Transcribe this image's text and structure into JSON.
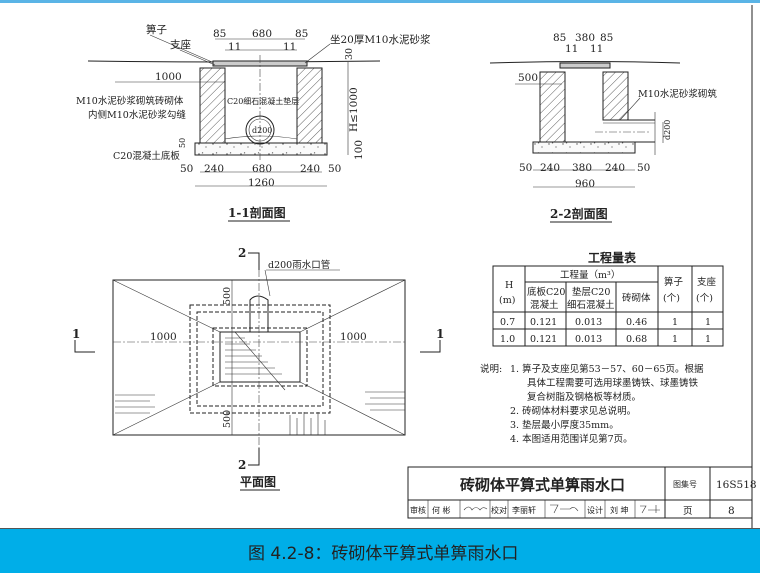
{
  "section_1_1": {
    "title": "1-1剖面图",
    "grate_label": "箅子",
    "support_label": "支座",
    "top_dims": [
      "85",
      "680",
      "85"
    ],
    "top_sub_dims": [
      "11",
      "11"
    ],
    "mortar_bed_label": "坐20厚M10水泥砂浆",
    "dim_30": "30",
    "dim_h": "H≤1000",
    "dim_100": "100",
    "dim_50": "50",
    "dim_1000": "1000",
    "wall_label_1": "M10水泥砂浆砌筑砖砌体",
    "wall_label_2": "内侧M10水泥砂浆勾缝",
    "cushion_label": "C20细石混凝土垫层",
    "pipe_label": "d200",
    "base_label": "C20混凝土底板",
    "bottom_dims": [
      "50",
      "240",
      "680",
      "240",
      "50"
    ],
    "total_dim": "1260"
  },
  "section_2_2": {
    "title": "2-2剖面图",
    "top_dims": [
      "85",
      "380",
      "85"
    ],
    "top_sub_dims": [
      "11",
      "11"
    ],
    "dim_500": "500",
    "mortar_label": "M10水泥砂浆砌筑",
    "pipe_dim": "d200",
    "bottom_dims": [
      "50",
      "240",
      "380",
      "240",
      "50"
    ],
    "total_dim": "960"
  },
  "plan": {
    "title": "平面图",
    "section_2_mark": "2",
    "section_1_mark": "1",
    "pipe_label": "d200雨水口管",
    "dim_left": "1000",
    "dim_right": "1000",
    "dim_top": "500",
    "dim_bottom": "500"
  },
  "quantity_table": {
    "title": "工程量表",
    "h_header": "H",
    "h_unit": "(m)",
    "qty_header": "工程量（m³）",
    "sub_headers": [
      [
        "底板C20",
        "混凝土"
      ],
      [
        "垫层C20",
        "细石混凝土"
      ],
      [
        "砖砌体"
      ]
    ],
    "grate_header": [
      "箅子",
      "(个)"
    ],
    "support_header": [
      "支座",
      "(个)"
    ],
    "rows": [
      [
        "0.7",
        "0.121",
        "0.013",
        "0.46",
        "1",
        "1"
      ],
      [
        "1.0",
        "0.121",
        "0.013",
        "0.68",
        "1",
        "1"
      ]
    ]
  },
  "notes": {
    "label": "说明:",
    "items": [
      "1.  箅子及支座见第53－57、60－65页。根据",
      "具体工程需要可选用球墨铸铁、球墨铸铁",
      "复合树脂及钢格板等材质。",
      "2.  砖砌体材料要求见总说明。",
      "3.  垫层最小厚度35mm。",
      "4.  本图适用范围详见第7页。"
    ]
  },
  "title_block": {
    "drawing_title": "砖砌体平算式单箅雨水口",
    "atlas_label": "图集号",
    "atlas_no": "16S518",
    "review_label": "审核",
    "reviewer": "何 彬",
    "check_label": "校对",
    "checker": "李丽轩",
    "design_label": "设计",
    "designer": "刘 坤",
    "page_label": "页",
    "page_no": "8"
  },
  "caption": "图 4.2-8：砖砌体平算式单箅雨水口"
}
